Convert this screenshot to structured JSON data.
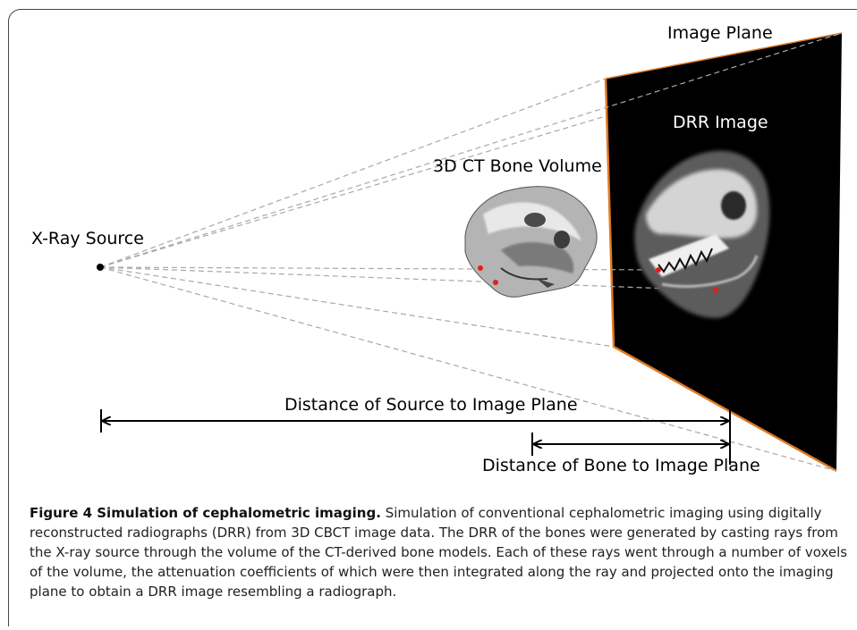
{
  "diagram": {
    "labels": {
      "image_plane": "Image Plane",
      "drr_image": "DRR Image",
      "ct_volume": "3D CT Bone Volume",
      "xray_source": "X-Ray Source",
      "source_distance": "Distance of Source to Image Plane",
      "bone_distance": "Distance of Bone to Image Plane"
    },
    "colors": {
      "plane_fill": "#000000",
      "plane_edge": "#e07a22",
      "ray": "#a8a8a8",
      "landmark": "#e0201a"
    }
  },
  "caption": {
    "title": "Figure 4 Simulation of cephalometric imaging.",
    "body": " Simulation of conventional cephalometric imaging using digitally reconstructed radiographs (DRR) from 3D CBCT image data. The DRR of the bones were generated by casting rays from the X-ray source through the volume of the CT-derived bone models. Each of these rays went through a number of voxels of the volume, the attenuation coefficients of which were then integrated along the ray and projected onto the imaging plane to obtain a DRR image resembling a radiograph."
  }
}
